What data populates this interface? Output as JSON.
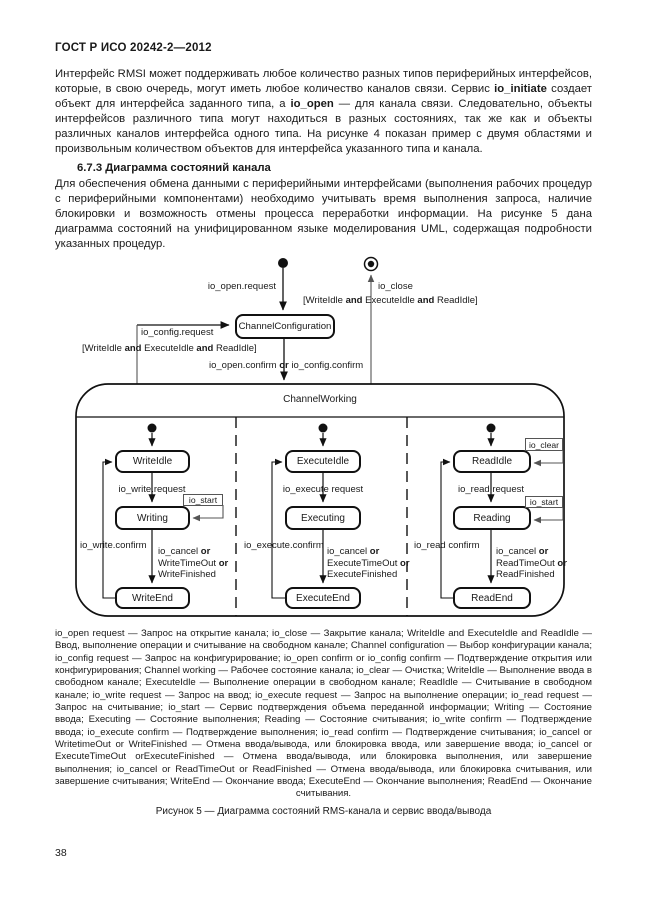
{
  "page": {
    "header": "ГОСТ Р ИСО 20242-2—2012",
    "page_number": "38"
  },
  "content": {
    "para1_segments": [
      {
        "t": "Интерфейс RMSI может поддерживать любое количество разных типов периферийных интерфейсов, которые, в свою очередь, могут иметь любое количество каналов связи. Сервис ",
        "b": false
      },
      {
        "t": "io_initiate",
        "b": true
      },
      {
        "t": " создает объект для интерфейса заданного типа, а ",
        "b": false
      },
      {
        "t": "io_open",
        "b": true
      },
      {
        "t": " — для канала связи. Следовательно, объекты интерфейсов различного типа могут находиться в разных состояниях, так же как и объекты различных каналов интерфейса одного типа. На рисунке 4 показан пример с двумя областями и произвольным количеством объектов для интерфейса указанного типа и канала.",
        "b": false
      }
    ],
    "section_heading": "6.7.3 Диаграмма состояний канала",
    "para2": "Для обеспечения обмена данными с периферийными интерфейсами (выполнения рабочих процедур с периферийными компонентами) необходимо учитывать время выполнения запроса, наличие блокировки и возможность отмены процесса переработки информации. На рисунке 5 дана диаграмма состояний на унифицированном языке моделирования UML, содержащая подробности указанных процедур.",
    "figure_legend": "io_open request — Запрос на открытие канала; io_close — Закрытие канала; WriteIdle and ExecuteIdle and ReadIdle — Ввод, выполнение операции и считывание на свободном канале; Channel configuration — Выбор конфигурации канала; io_config request — Запрос на конфигурирование; io_open confirm or io_config confirm — Подтверждение открытия или конфигурирования; Channel working — Рабочее состояние канала; io_clear — Очистка; WriteIdle — Выполнение ввода в свободном канале; ExecuteIdle — Выполнение операции в свободном канале; ReadIdle — Считывание в свободном канале; io_write request — Запрос на ввод; io_execute request — Запрос на выполнение операции; io_read request — Запрос на считывание; io_start — Сервис подтверждения объема переданной информации; Writing — Состояние ввода; Executing — Состояние выполнения; Reading — Состояние считывания; io_write confirm — Подтверждение ввода; io_execute confirm — Подтверждение выполнения; io_read confirm — Подтверждение считывания; io_cancel or WritetimeOut or WriteFinished — Отмена ввода/вывода, или блокировка ввода, или завершение ввода; io_cancel or ExecuteTimeOut orExecuteFinished — Отмена ввода/вывода, или блокировка выполнения, или завершение выполнения; io_cancel or ReadTimeOut or ReadFinished — Отмена ввода/вывода, или блокировка считывания, или завершение считывания; WriteEnd — Окончание ввода; ExecuteEnd — Окончание выполнения; ReadEnd — Окончание считывания.",
    "figure_caption": "Рисунок 5 — Диаграмма состояний RMS-канала и сервис ввода/вывода"
  },
  "diagram": {
    "bold_tokens": [
      "and",
      "or"
    ],
    "states": {
      "channel_configuration": "ChannelConfiguration",
      "channel_working": "ChannelWorking",
      "write_idle": "WriteIdle",
      "writing": "Writing",
      "write_end": "WriteEnd",
      "execute_idle": "ExecuteIdle",
      "executing": "Executing",
      "execute_end": "ExecuteEnd",
      "read_idle": "ReadIdle",
      "reading": "Reading",
      "read_end": "ReadEnd"
    },
    "transitions": {
      "io_open_request": "io_open.request",
      "io_close": "io_close",
      "close_guard": "[WriteIdle and ExecuteIdle and ReadIdle]",
      "io_config_request": "io_config.request",
      "config_guard": "[WriteIdle and ExecuteIdle and ReadIdle]",
      "open_or_config_confirm": "io_open.confirm or io_config.confirm",
      "io_write_request": "io_write.request",
      "io_execute_request": "io_execute request",
      "io_read_request": "io_read.request",
      "io_start_write": "io_start",
      "io_start_read": "io_start",
      "io_clear": "io_clear",
      "io_write_confirm": "io_write.confirm",
      "io_execute_confirm": "io_execute.confirm",
      "io_read_confirm": "io_read confirm",
      "write_cancel": "io_cancel or\nWriteTimeOut or\nWriteFinished",
      "execute_cancel": "io_cancel or\nExecuteTimeOut or\nExecuteFinished",
      "read_cancel": "io_cancel or\nReadTimeOut or\nReadFinished"
    }
  }
}
